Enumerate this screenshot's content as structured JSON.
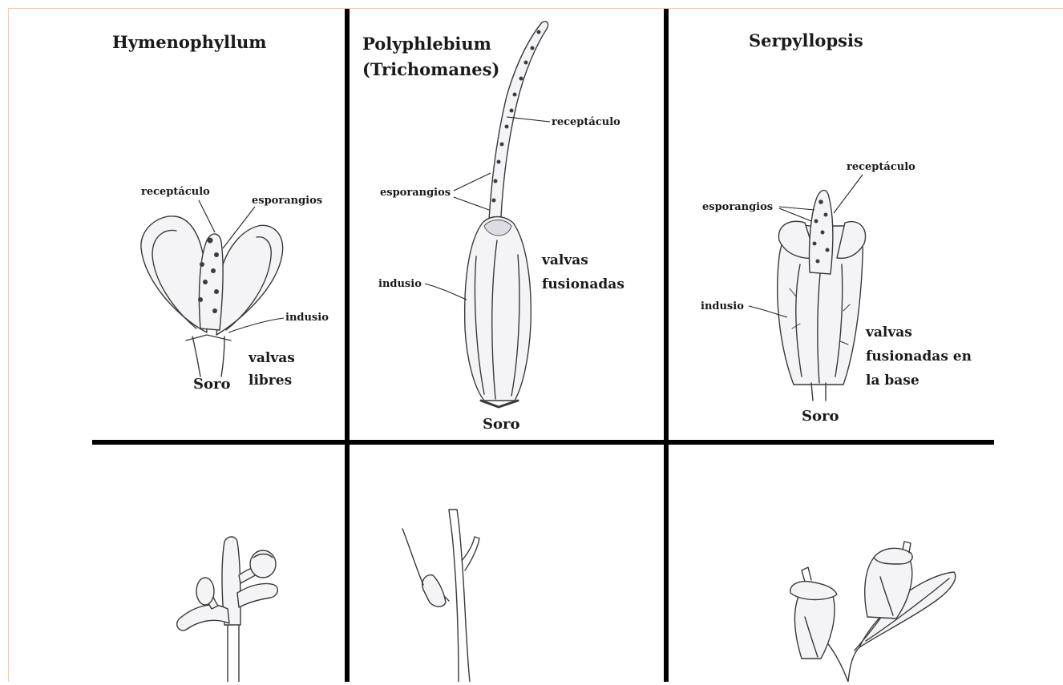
{
  "panels": {
    "hymenophyllum": {
      "title": "Hymenophyllum",
      "label_receptaculo": "receptáculo",
      "label_esporangios": "esporangios",
      "label_indusio": "indusio",
      "label_valvas_1": "valvas",
      "label_valvas_2": "libres",
      "label_soro": "Soro"
    },
    "polyphlebium": {
      "title_1": "Polyphlebium",
      "title_2": "(Trichomanes)",
      "label_receptaculo": "receptáculo",
      "label_esporangios": "esporangios",
      "label_indusio": "indusio",
      "label_valvas_1": "valvas",
      "label_valvas_2": "fusionadas",
      "label_soro": "Soro"
    },
    "serpyllopsis": {
      "title": "Serpyllopsis",
      "label_receptaculo": "receptáculo",
      "label_esporangios": "esporangios",
      "label_indusio": "indusio",
      "label_valvas_1": "valvas",
      "label_valvas_2": "fusionadas en",
      "label_valvas_3": "la base",
      "label_soro": "Soro"
    }
  }
}
